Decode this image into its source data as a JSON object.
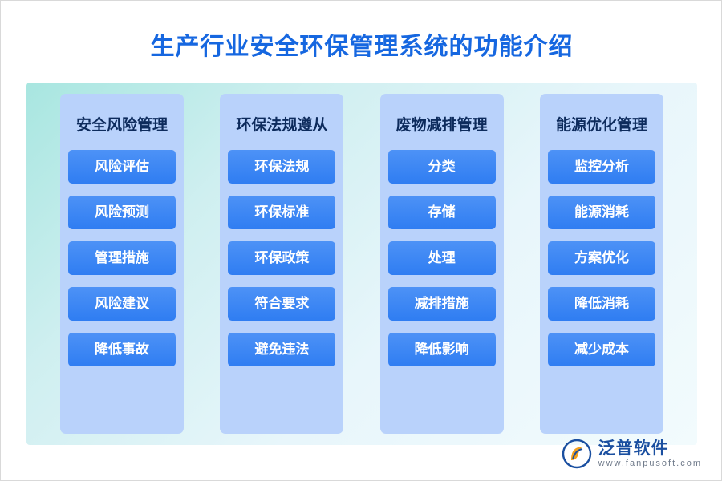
{
  "title": "生产行业安全环保管理系统的功能介绍",
  "colors": {
    "title": "#1667e0",
    "panel_start": "#a8e6e0",
    "panel_end": "#f2fbfd",
    "column_bg": "#b9d2fb",
    "item_bg": "#3180f3",
    "item_text": "#ffffff",
    "column_title_text": "#0d2b5c"
  },
  "columns": [
    {
      "title": "安全风险管理",
      "items": [
        "风险评估",
        "风险预测",
        "管理措施",
        "风险建议",
        "降低事故"
      ]
    },
    {
      "title": "环保法规遵从",
      "items": [
        "环保法规",
        "环保标准",
        "环保政策",
        "符合要求",
        "避免违法"
      ]
    },
    {
      "title": "废物减排管理",
      "items": [
        "分类",
        "存储",
        "处理",
        "减排措施",
        "降低影响"
      ]
    },
    {
      "title": "能源优化管理",
      "items": [
        "监控分析",
        "能源消耗",
        "方案优化",
        "降低消耗",
        "减少成本"
      ]
    }
  ],
  "logo": {
    "name_cn": "泛普软件",
    "name_en": "www.fanpusoft.com",
    "icon": "fanpu-logo-icon"
  }
}
